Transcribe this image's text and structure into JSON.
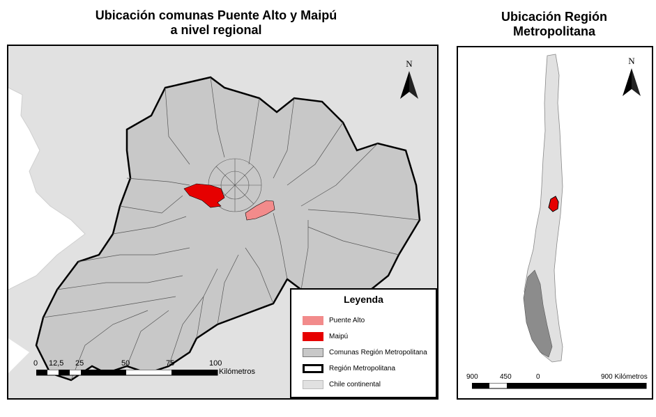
{
  "left_map": {
    "title_line1": "Ubicación comunas Puente Alto y Maipú",
    "title_line2": "a nivel regional",
    "north_label": "N",
    "legend": {
      "title": "Leyenda",
      "items": [
        {
          "label": "Puente Alto",
          "color": "#f28b8b"
        },
        {
          "label": "Maipú",
          "color": "#e60000"
        },
        {
          "label": "Comunas Región Metropolitana",
          "color": "#c8c8c8"
        },
        {
          "label": "Región Metropolitana",
          "color": "#ffffff"
        },
        {
          "label": "Chile continental",
          "color": "#e1e1e1"
        }
      ]
    },
    "scale": {
      "ticks": [
        "0",
        "12,5",
        "25",
        "50",
        "75",
        "100"
      ],
      "unit": "Kilómetros"
    }
  },
  "right_map": {
    "title_line1": "Ubicación Región",
    "title_line2": "Metropolitana",
    "north_label": "N",
    "scale": {
      "ticks": [
        "900",
        "450",
        "0",
        "900 Kilómetros"
      ]
    }
  },
  "colors": {
    "maipu": "#e60000",
    "puente_alto": "#f28b8b",
    "comunas": "#c8c8c8",
    "chile": "#e1e1e1",
    "patagonia": "#8c8c8c"
  }
}
